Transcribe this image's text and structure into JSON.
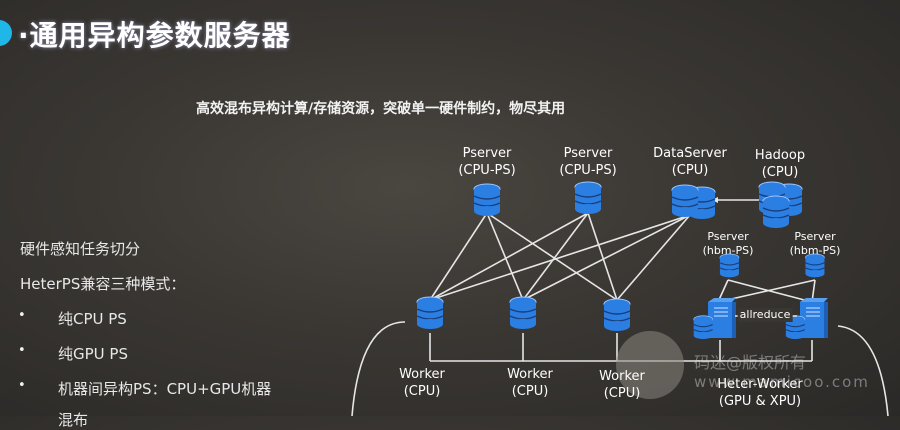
{
  "slide": {
    "title": "·通用异构参数服务器",
    "subtitle": "高效混布异构计算/存储资源，突破单一硬件制约，物尽其用",
    "left_text": {
      "heading": "硬件感知任务切分",
      "modes_label": "HeterPS兼容三种模式：",
      "bullets": [
        "纯CPU PS",
        "纯GPU PS",
        "机器间异构PS：CPU+GPU机器",
        "混布"
      ]
    }
  },
  "diagram": {
    "pservers": [
      {
        "name": "Pserver",
        "type": "(CPU-PS)"
      },
      {
        "name": "Pserver",
        "type": "(CPU-PS)"
      }
    ],
    "dataserver": {
      "name": "DataServer",
      "type": "(CPU)"
    },
    "hadoop": {
      "name": "Hadoop",
      "type": "(CPU)"
    },
    "hbm_pservers": [
      {
        "name": "Pserver",
        "type": "(hbm-PS)"
      },
      {
        "name": "Pserver",
        "type": "(hbm-PS)"
      }
    ],
    "allreduce": "allreduce",
    "workers": [
      {
        "name": "Worker",
        "type": "(CPU)"
      },
      {
        "name": "Worker",
        "type": "(CPU)"
      },
      {
        "name": "Worker",
        "type": "(CPU)"
      }
    ],
    "heter_worker": {
      "name": "Heter-Worker",
      "type": "(GPU & XPU)"
    },
    "accent_color": "#2b7fe3"
  },
  "watermark": {
    "line1": "码迷@版权所有",
    "line2": "www.mamicoo.com"
  }
}
